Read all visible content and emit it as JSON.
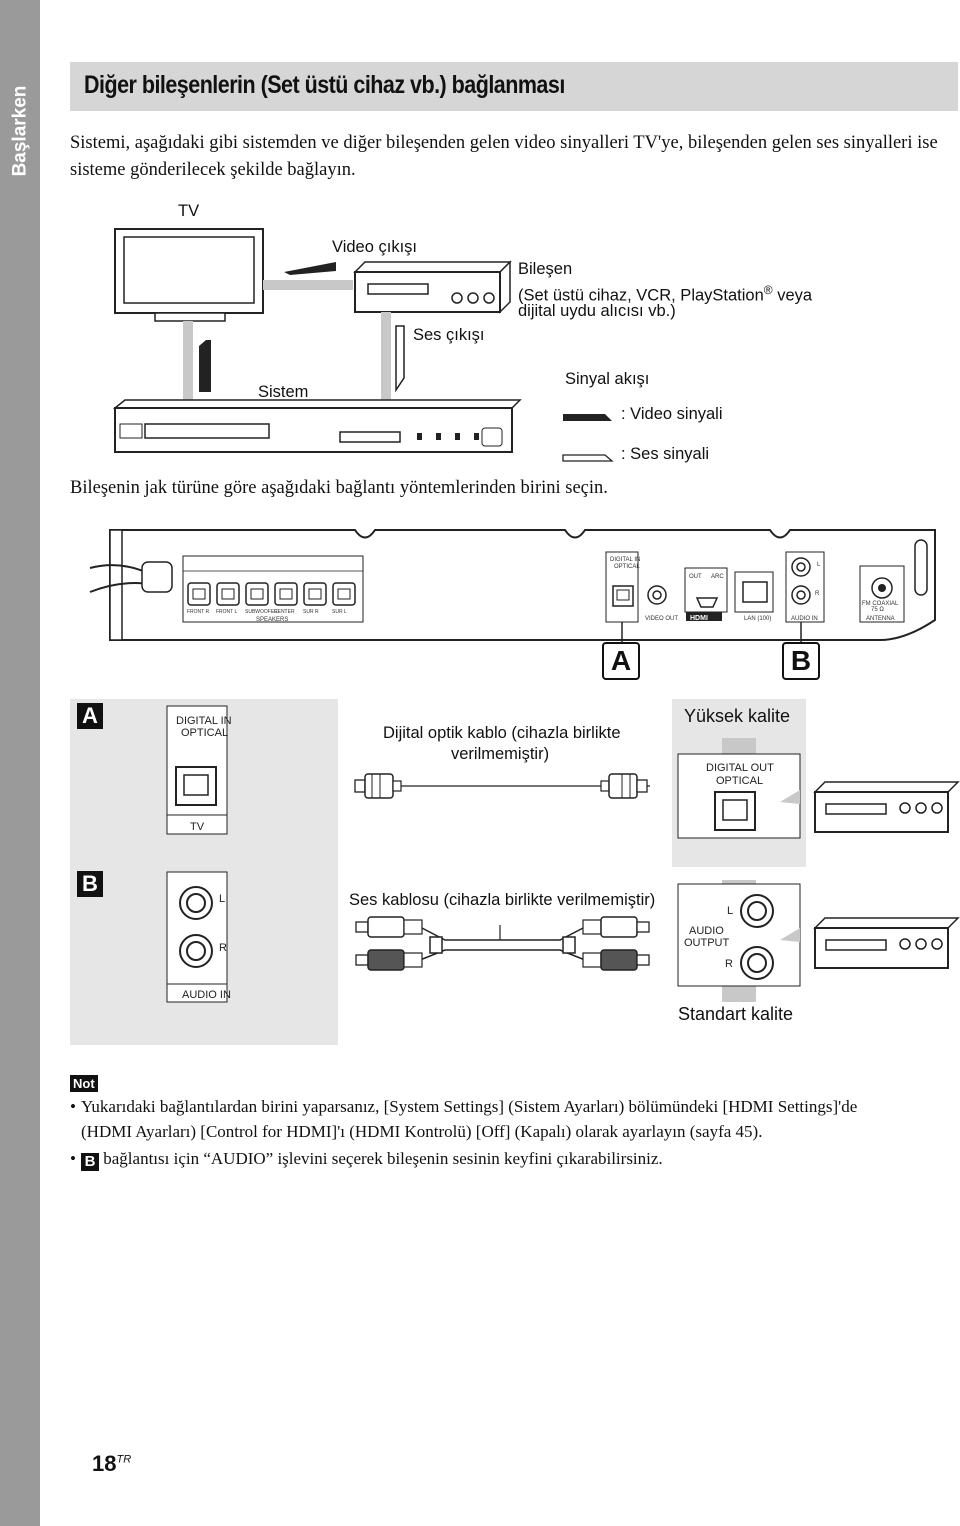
{
  "side_tab": "Başlarken",
  "title": "Diğer bileşenlerin (Set üstü cihaz vb.) bağlanması",
  "intro": "Sistemi, aşağıdaki gibi sistemden ve diğer bileşenden gelen video sinyalleri TV'ye, bileşenden gelen ses sinyalleri ise sisteme gönderilecek şekilde bağlayın.",
  "top_diagram": {
    "tv_label": "TV",
    "video_out_label": "Video çıkışı",
    "component_label": "Bileşen",
    "component_desc": "(Set üstü cihaz, VCR, PlayStation",
    "registered": "®",
    "component_desc_end": " veya",
    "component_desc_2": "dijital uydu alıcısı vb.)",
    "audio_out_label": "Ses çıkışı",
    "system_label": "Sistem",
    "signal_flow_label": "Sinyal akışı",
    "video_signal_label": ": Video sinyali",
    "audio_signal_label": ": Ses sinyali"
  },
  "choose_line": "Bileşenin jak türüne göre aşağıdaki bağlantı yöntemlerinden birini seçin.",
  "rear_panel": {
    "speaker_ports": [
      "FRONT R",
      "FRONT L",
      "SUBWOOFER",
      "CENTER",
      "SUR R",
      "SUR L"
    ],
    "speakers_label": "SPEAKERS",
    "digital_in_label": "DIGITAL IN",
    "optical_label": "OPTICAL",
    "video_out_label": "VIDEO OUT",
    "hdmi_out_label": "OUT",
    "hdmi_arc_label": "ARC",
    "hdmi_logo": "HDMI",
    "lan_label": "LAN (100)",
    "audio_in_label": "AUDIO IN",
    "audio_l": "L",
    "audio_r": "R",
    "fm_label": "FM COAXIAL",
    "fm_ohm": "75 Ω",
    "antenna_label": "ANTENNA",
    "badge_a": "A",
    "badge_b": "B"
  },
  "panel_a": {
    "badge": "A",
    "port_title_1": "DIGITAL IN",
    "port_title_2": "OPTICAL",
    "port_device": "TV",
    "cable_label_1": "Dijital optik kablo (cihazla birlikte",
    "cable_label_2": "verilmemiştir)",
    "quality_label": "Yüksek kalite",
    "component_port_1": "DIGITAL OUT",
    "component_port_2": "OPTICAL"
  },
  "panel_b": {
    "badge": "B",
    "port_l": "L",
    "port_r": "R",
    "port_group": "AUDIO IN",
    "cable_label": "Ses kablosu (cihazla birlikte verilmemiştir)",
    "component_port_1": "AUDIO",
    "component_port_2": "OUTPUT",
    "component_l": "L",
    "component_r": "R",
    "quality_label": "Standart kalite"
  },
  "note": {
    "badge": "Not",
    "items": [
      {
        "line1": "Yukarıdaki bağlantılardan birini yaparsanız, [System Settings] (Sistem Ayarları) bölümündeki [HDMI Settings]'de",
        "line2": "(HDMI Ayarları) [Control for HDMI]'ı (HDMI Kontrolü) [Off] (Kapalı) olarak ayarlayın (sayfa 45)."
      },
      {
        "badge": "B",
        "text": " bağlantısı için “AUDIO” işlevini seçerek bileşenin sesinin keyfini çıkarabilirsiniz."
      }
    ]
  },
  "page_number": "18",
  "page_suffix": "TR"
}
